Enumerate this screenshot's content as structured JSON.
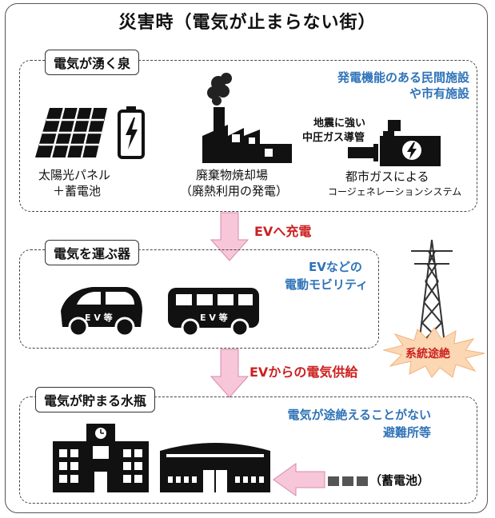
{
  "title": "災害時（電気が止まらない街）",
  "sections": {
    "spring": {
      "label": "電気が湧く泉",
      "note_line1": "発電機能のある民間施設",
      "note_line2": "や市有施設",
      "solar_line1": "太陽光パネル",
      "solar_line2": "＋蓄電池",
      "incinerator_line1": "廃棄物焼却場",
      "incinerator_line2": "（廃熱利用の発電）",
      "pipe_line1": "地震に強い",
      "pipe_line2": "中圧ガス導管",
      "cogen_line1": "都市ガスによる",
      "cogen_line2": "コージェネレーションシステム"
    },
    "carrier": {
      "label": "電気を運ぶ器",
      "note_line1": "EVなどの",
      "note_line2": "電動モビリティ",
      "car_text": "E V 等",
      "bus_text": "E V 等"
    },
    "vessel": {
      "label": "電気が貯まる水瓶",
      "note_line1": "電気が途絶えることがない",
      "note_line2": "避難所等",
      "battery_label": "（蓄電池）"
    }
  },
  "arrows": {
    "charge": "EVへ充電",
    "supply": "EVからの電気供給"
  },
  "grid": {
    "outage_label": "系統途絶"
  },
  "colors": {
    "blue_text": "#2e73b8",
    "red_text": "#cc1f1f",
    "arrow_fill": "#f7c6d9",
    "burst_fill": "#fbd7b4"
  }
}
